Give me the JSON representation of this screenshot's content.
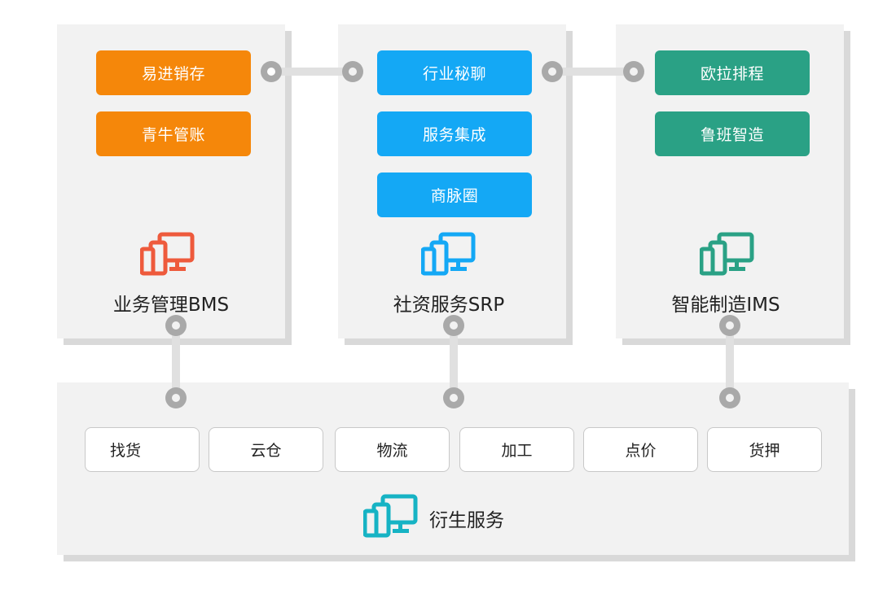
{
  "colors": {
    "orange": "#f5870a",
    "blue": "#14a8f5",
    "green": "#2aa185",
    "red_icon": "#ee5a3c",
    "teal_icon": "#16b3c4",
    "panel_bg": "#f2f2f2",
    "connector": "#a9a9a9"
  },
  "panels": {
    "bms": {
      "title": "业务管理BMS",
      "icon": "devices-icon",
      "buttons": [
        "易进销存",
        "青牛管账"
      ]
    },
    "srp": {
      "title": "社资服务SRP",
      "icon": "devices-icon",
      "buttons": [
        "行业秘聊",
        "服务集成",
        "商脉圈"
      ]
    },
    "ims": {
      "title": "智能制造IMS",
      "icon": "devices-icon",
      "buttons": [
        "欧拉排程",
        "鲁班智造"
      ]
    }
  },
  "derived": {
    "title": "衍生服务",
    "icon": "devices-icon",
    "services": [
      "找货",
      "云仓",
      "物流",
      "加工",
      "点价",
      "货押"
    ]
  }
}
